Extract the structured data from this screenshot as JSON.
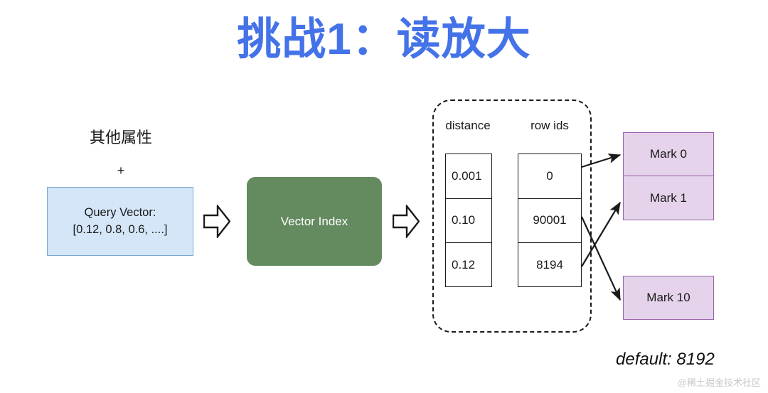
{
  "slide": {
    "title": "挑战1：读放大",
    "title_color": "#4472e8",
    "background": "#ffffff"
  },
  "input": {
    "attributes_label": "其他属性",
    "plus_sign": "+",
    "query_box": {
      "line1": "Query Vector:",
      "line2": "[0.12, 0.8, 0.6, ....]",
      "fill_color": "#d4e6f7",
      "border_color": "#7aa6d2"
    }
  },
  "arrows": {
    "block_arrow_1": "block-arrow-right",
    "block_arrow_2": "block-arrow-right"
  },
  "index": {
    "label": "Vector Index",
    "fill_color": "#648a5f",
    "text_color": "#ffffff"
  },
  "results": {
    "columns": [
      "distance",
      "row ids"
    ],
    "rows": [
      {
        "distance": "0.001",
        "row_id": "0"
      },
      {
        "distance": "0.10",
        "row_id": "90001"
      },
      {
        "distance": "0.12",
        "row_id": "8194"
      }
    ]
  },
  "marks": {
    "fill_color": "#e4d3ea",
    "border_color": "#9a62ab",
    "items": [
      {
        "label": "Mark 0"
      },
      {
        "label": "Mark 1"
      },
      {
        "label": "Mark 10"
      }
    ]
  },
  "footer": {
    "default_note": "default: 8192",
    "watermark": "@稀土掘金技术社区"
  }
}
